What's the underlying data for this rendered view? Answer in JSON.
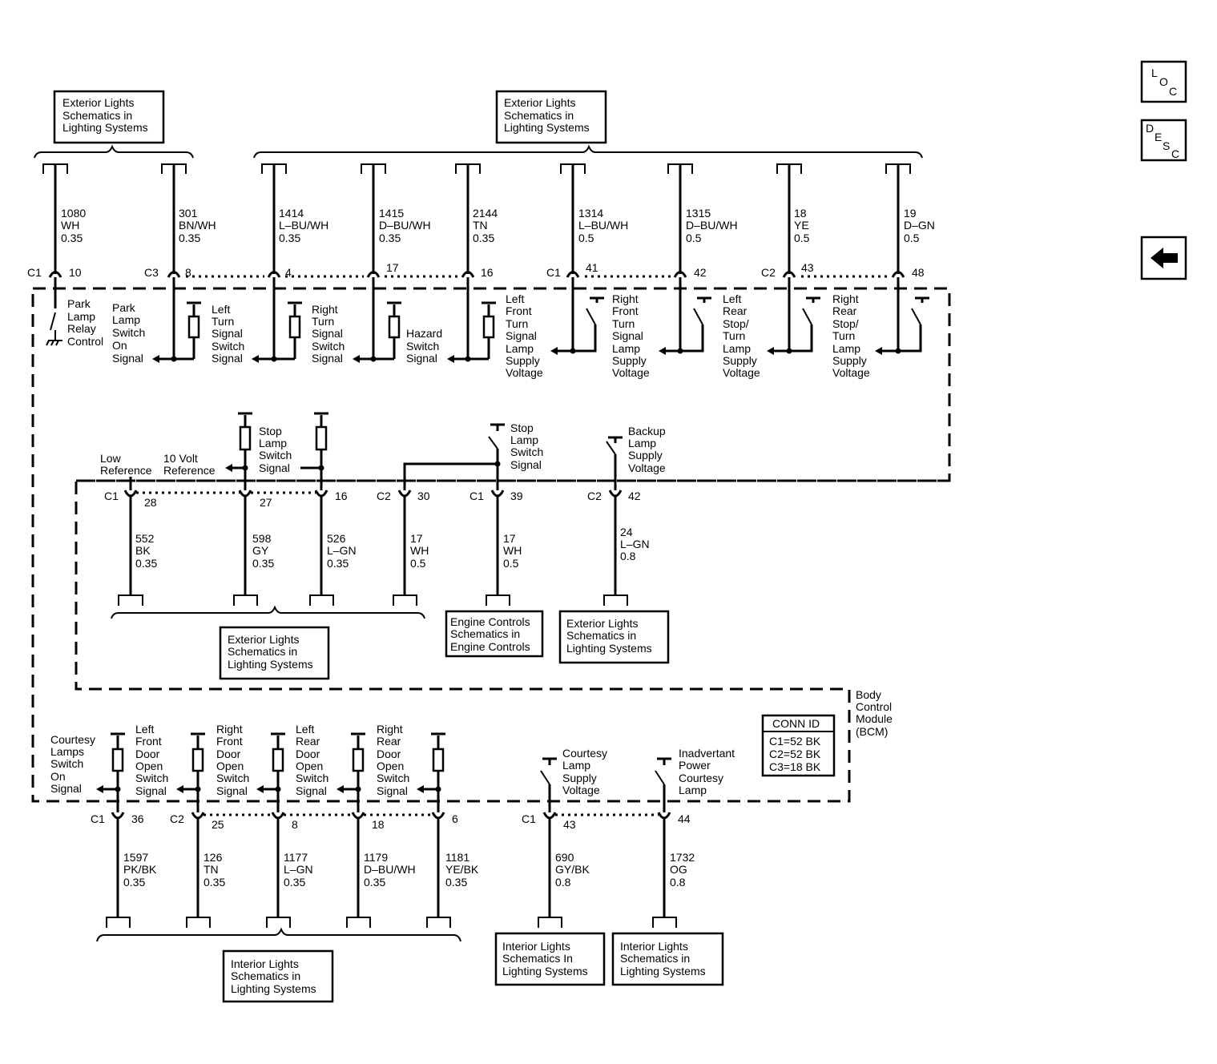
{
  "nav": {
    "loc": [
      "L",
      "O",
      "C"
    ],
    "desc": [
      "D",
      "E",
      "S",
      "C"
    ]
  },
  "module": {
    "label": [
      "Body",
      "Control",
      "Module",
      "(BCM)"
    ],
    "conn_title": "CONN ID",
    "conn": [
      "C1=52 BK",
      "C2=52 BK",
      "C3=18 BK"
    ]
  },
  "refs": {
    "ext_top_left": [
      "Exterior Lights",
      "Schematics in",
      "Lighting Systems"
    ],
    "ext_top_right": [
      "Exterior Lights",
      "Schematics in",
      "Lighting Systems"
    ],
    "ext_mid": [
      "Exterior Lights",
      "Schematics in",
      "Lighting Systems"
    ],
    "engine": [
      "Engine Controls",
      "Schematics in",
      "Engine Controls"
    ],
    "ext_backup": [
      "Exterior Lights",
      "Schematics in",
      "Lighting Systems"
    ],
    "int_bottom": [
      "Interior Lights",
      "Schematics in",
      "Lighting Systems"
    ],
    "int_courtesy": [
      "Interior Lights",
      "Schematics In",
      "Lighting Systems"
    ],
    "int_inadvertant": [
      "Interior Lights",
      "Schematics in",
      "Lighting Systems"
    ]
  },
  "top_wires": [
    {
      "circuit": "1080",
      "color": "WH",
      "gauge": "0.35",
      "conn": "C1",
      "pin": "10"
    },
    {
      "circuit": "301",
      "color": "BN/WH",
      "gauge": "0.35",
      "conn": "C3",
      "pin": "8"
    },
    {
      "circuit": "1414",
      "color": "L–BU/WH",
      "gauge": "0.35",
      "conn": "",
      "pin": "4"
    },
    {
      "circuit": "1415",
      "color": "D–BU/WH",
      "gauge": "0.35",
      "conn": "",
      "pin": "17"
    },
    {
      "circuit": "2144",
      "color": "TN",
      "gauge": "0.35",
      "conn": "",
      "pin": "16"
    },
    {
      "circuit": "1314",
      "color": "L–BU/WH",
      "gauge": "0.5",
      "conn": "C1",
      "pin": "41"
    },
    {
      "circuit": "1315",
      "color": "D–BU/WH",
      "gauge": "0.5",
      "conn": "",
      "pin": "42"
    },
    {
      "circuit": "18",
      "color": "YE",
      "gauge": "0.5",
      "conn": "C2",
      "pin": "43"
    },
    {
      "circuit": "19",
      "color": "D–GN",
      "gauge": "0.5",
      "conn": "",
      "pin": "48"
    }
  ],
  "top_labels": {
    "park_relay": [
      "Park",
      "Lamp",
      "Relay",
      "Control"
    ],
    "park_switch": [
      "Park",
      "Lamp",
      "Switch",
      "On",
      "Signal"
    ],
    "left_turn": [
      "Left",
      "Turn",
      "Signal",
      "Switch",
      "Signal"
    ],
    "right_turn": [
      "Right",
      "Turn",
      "Signal",
      "Switch",
      "Signal"
    ],
    "hazard": [
      "Hazard",
      "Switch",
      "Signal"
    ],
    "left_front_lamp": [
      "Left",
      "Front",
      "Turn",
      "Signal",
      "Lamp",
      "Supply",
      "Voltage"
    ],
    "right_front_lamp": [
      "Right",
      "Front",
      "Turn",
      "Signal",
      "Lamp",
      "Supply",
      "Voltage"
    ],
    "left_rear_lamp": [
      "Left",
      "Rear",
      "Stop/",
      "Turn",
      "Lamp",
      "Supply",
      "Voltage"
    ],
    "right_rear_lamp": [
      "Right",
      "Rear",
      "Stop/",
      "Turn",
      "Lamp",
      "Supply",
      "Voltage"
    ]
  },
  "mid_labels": {
    "low_ref": [
      "Low",
      "Reference"
    ],
    "ten_volt": [
      "10 Volt",
      "Reference"
    ],
    "stop_switch": [
      "Stop",
      "Lamp",
      "Switch",
      "Signal"
    ],
    "stop_switch2": [
      "Stop",
      "Lamp",
      "Switch",
      "Signal"
    ],
    "backup": [
      "Backup",
      "Lamp",
      "Supply",
      "Voltage"
    ]
  },
  "mid_wires": [
    {
      "circuit": "552",
      "color": "BK",
      "gauge": "0.35",
      "conn": "C1",
      "pin": "28"
    },
    {
      "circuit": "598",
      "color": "GY",
      "gauge": "0.35",
      "conn": "",
      "pin": "27"
    },
    {
      "circuit": "526",
      "color": "L–GN",
      "gauge": "0.35",
      "conn": "",
      "pin": "16"
    },
    {
      "circuit": "17",
      "color": "WH",
      "gauge": "0.5",
      "conn": "C2",
      "pin": "30"
    },
    {
      "circuit": "17",
      "color": "WH",
      "gauge": "0.5",
      "conn": "C1",
      "pin": "39"
    },
    {
      "circuit": "24",
      "color": "L–GN",
      "gauge": "0.8",
      "conn": "C2",
      "pin": "42"
    }
  ],
  "bot_labels": {
    "courtesy_switch": [
      "Courtesy",
      "Lamps",
      "Switch",
      "On",
      "Signal"
    ],
    "lf_door": [
      "Left",
      "Front",
      "Door",
      "Open",
      "Switch",
      "Signal"
    ],
    "rf_door": [
      "Right",
      "Front",
      "Door",
      "Open",
      "Switch",
      "Signal"
    ],
    "lr_door": [
      "Left",
      "Rear",
      "Door",
      "Open",
      "Switch",
      "Signal"
    ],
    "rr_door": [
      "Right",
      "Rear",
      "Door",
      "Open",
      "Switch",
      "Signal"
    ],
    "courtesy_supply": [
      "Courtesy",
      "Lamp",
      "Supply",
      "Voltage"
    ],
    "inadvertant": [
      "Inadvertant",
      "Power",
      "Courtesy",
      "Lamp"
    ]
  },
  "bot_wires": [
    {
      "circuit": "1597",
      "color": "PK/BK",
      "gauge": "0.35",
      "conn": "C1",
      "pin": "36"
    },
    {
      "circuit": "126",
      "color": "TN",
      "gauge": "0.35",
      "conn": "C2",
      "pin": "25"
    },
    {
      "circuit": "1177",
      "color": "L–GN",
      "gauge": "0.35",
      "conn": "",
      "pin": "8"
    },
    {
      "circuit": "1179",
      "color": "D–BU/WH",
      "gauge": "0.35",
      "conn": "",
      "pin": "18"
    },
    {
      "circuit": "1181",
      "color": "YE/BK",
      "gauge": "0.35",
      "conn": "",
      "pin": "6"
    },
    {
      "circuit": "690",
      "color": "GY/BK",
      "gauge": "0.8",
      "conn": "C1",
      "pin": "43"
    },
    {
      "circuit": "1732",
      "color": "OG",
      "gauge": "0.8",
      "conn": "",
      "pin": "44"
    }
  ]
}
